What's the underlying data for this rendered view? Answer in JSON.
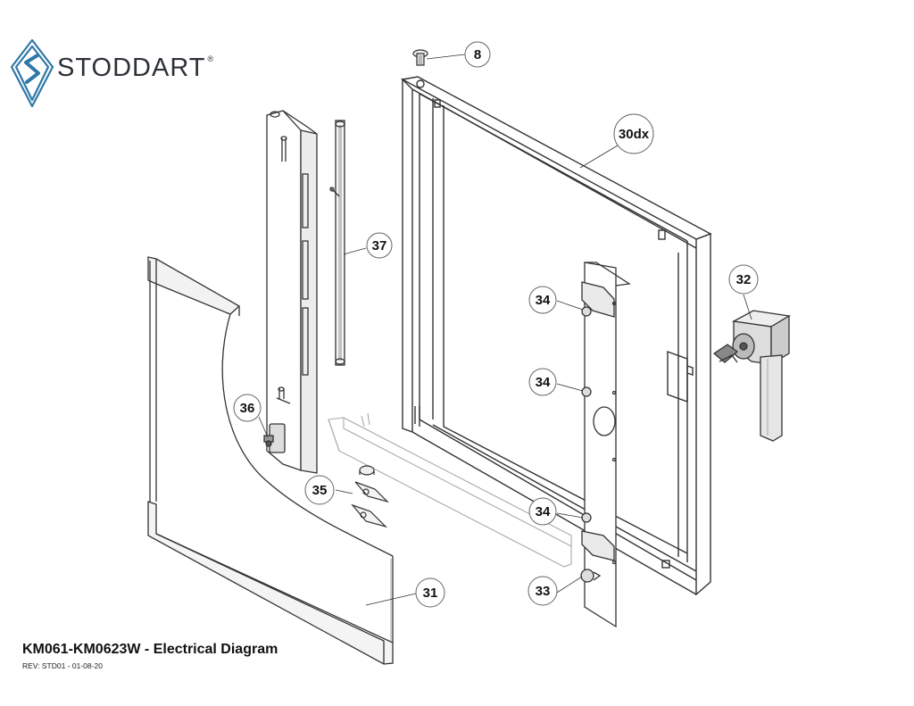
{
  "brand": {
    "name": "STODDART",
    "registered_mark": "®",
    "logo_color": "#2f78a8"
  },
  "title": "KM061-KM0623W - Electrical Diagram",
  "revision": "REV: STD01 - 01-08-20",
  "callouts": {
    "c8": "8",
    "c30dx": "30dx",
    "c37": "37",
    "c32": "32",
    "c34a": "34",
    "c34b": "34",
    "c34c": "34",
    "c36": "36",
    "c35": "35",
    "c33": "33",
    "c31": "31"
  }
}
